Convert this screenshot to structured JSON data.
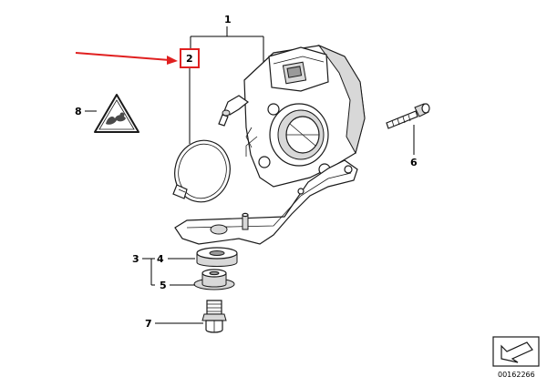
{
  "callouts": {
    "c1": "1",
    "c2": "2",
    "c3": "3",
    "c4": "4",
    "c5": "5",
    "c6": "6",
    "c7": "7",
    "c8": "8"
  },
  "diagram_number": "00162266",
  "colors": {
    "highlight": "#e02020",
    "line": "#1a1a1a",
    "shade": "#d8d8d8"
  },
  "icons": {
    "warning": "warning-triangle-icon",
    "navigation": "diagram-navigation-arrow-icon"
  }
}
